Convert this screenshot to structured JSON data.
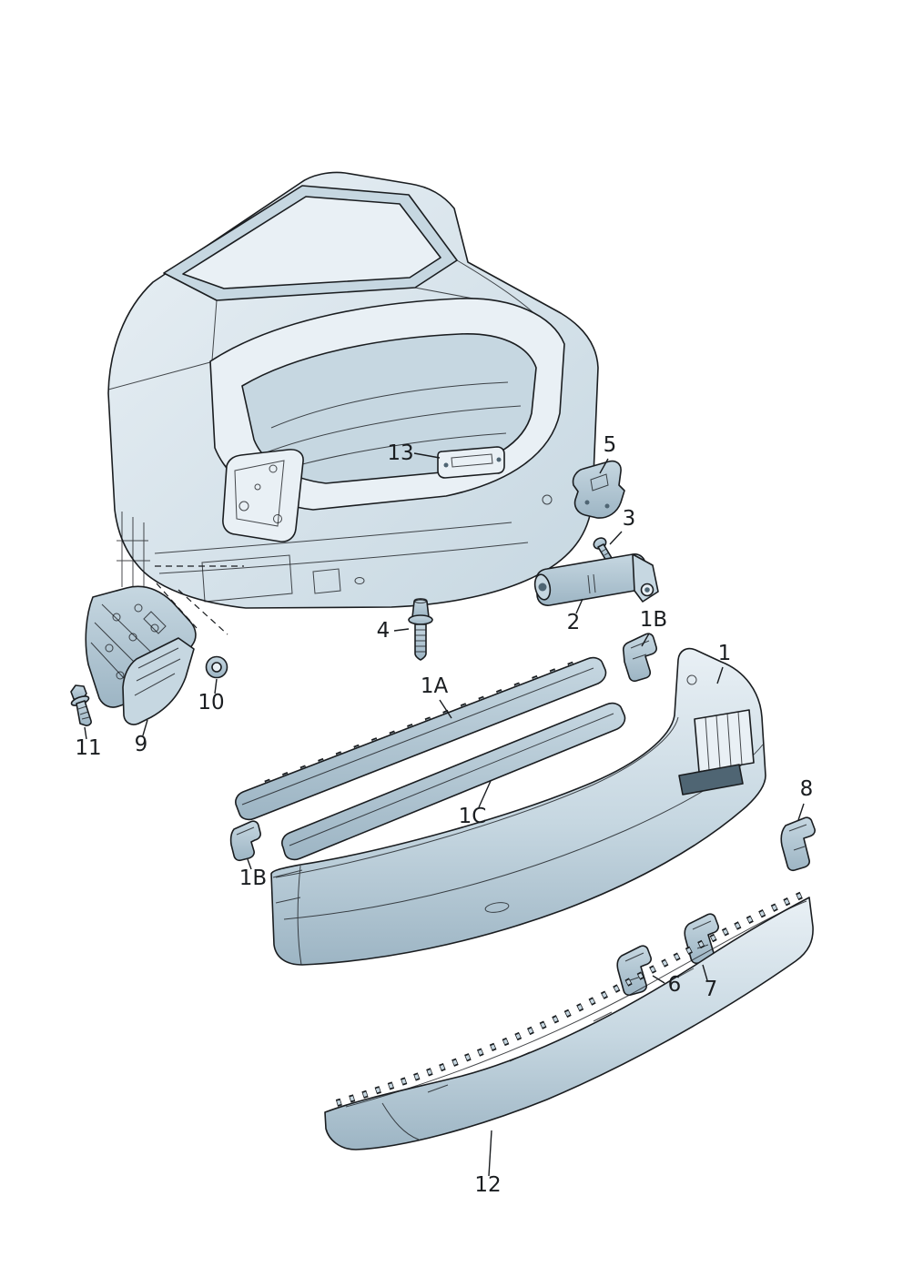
{
  "diagram": {
    "colors": {
      "outline": "#1a1d20",
      "body_light": "#e9f0f5",
      "body_mid": "#c6d7e1",
      "body_dark": "#9db5c4",
      "accent_dark": "#4f6573",
      "background": "#ffffff"
    },
    "callouts": [
      {
        "key": "13",
        "label": "13"
      },
      {
        "key": "5",
        "label": "5"
      },
      {
        "key": "3",
        "label": "3"
      },
      {
        "key": "2",
        "label": "2"
      },
      {
        "key": "1B-upper",
        "label": "1B"
      },
      {
        "key": "4",
        "label": "4"
      },
      {
        "key": "1A",
        "label": "1A"
      },
      {
        "key": "1",
        "label": "1"
      },
      {
        "key": "10",
        "label": "10"
      },
      {
        "key": "9",
        "label": "9"
      },
      {
        "key": "11",
        "label": "11"
      },
      {
        "key": "1C",
        "label": "1C"
      },
      {
        "key": "1B-lower",
        "label": "1B"
      },
      {
        "key": "8",
        "label": "8"
      },
      {
        "key": "6",
        "label": "6"
      },
      {
        "key": "7",
        "label": "7"
      },
      {
        "key": "12",
        "label": "12"
      }
    ]
  }
}
